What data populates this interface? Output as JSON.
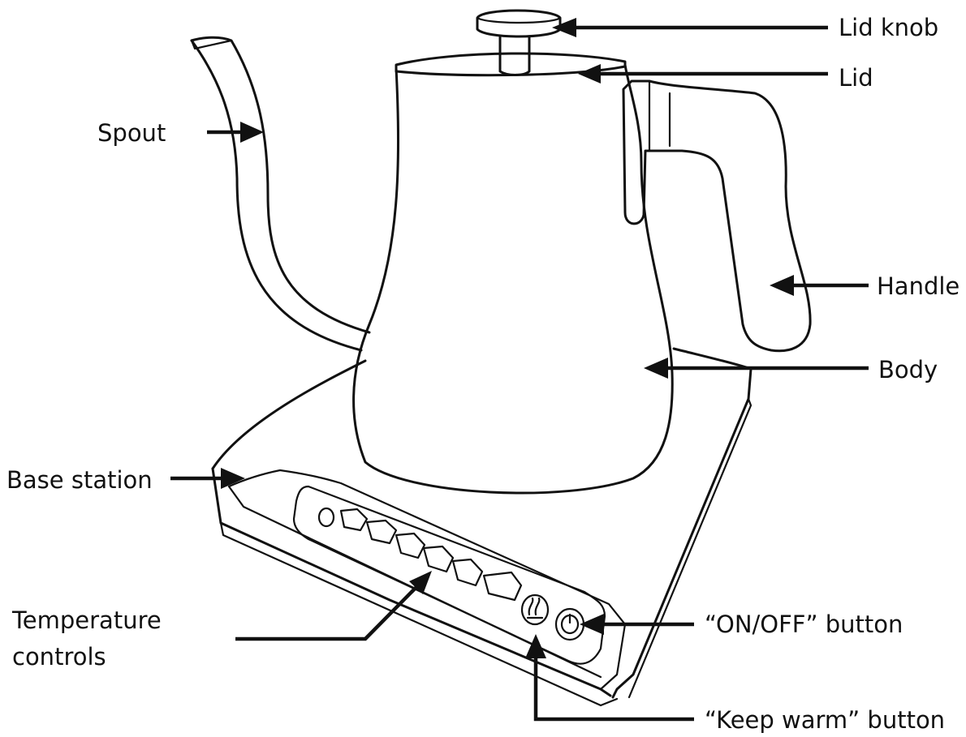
{
  "labels": {
    "lid_knob": "Lid knob",
    "lid": "Lid",
    "spout": "Spout",
    "handle": "Handle",
    "body": "Body",
    "base_station": "Base station",
    "temperature_controls_line1": "Temperature",
    "temperature_controls_line2": "controls",
    "on_off_button": "“ON/OFF” button",
    "keep_warm_button": "“Keep warm” button"
  },
  "icons": {
    "power": "power-icon",
    "keep_warm": "keep-warm-icon"
  }
}
